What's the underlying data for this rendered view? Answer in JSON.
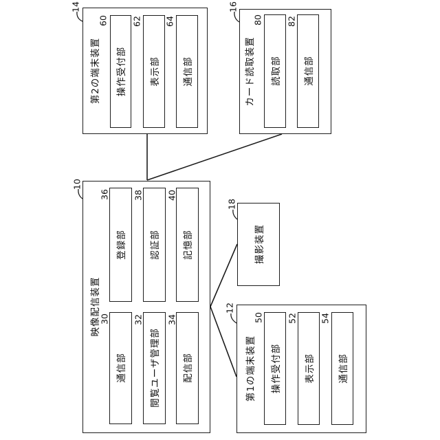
{
  "diagram": {
    "type": "block-diagram",
    "orientation": "all text rotated 90 degrees counterclockwise",
    "bg_color": "#ffffff",
    "line_color": "#1c1c1c",
    "devices": [
      {
        "ref": "14",
        "title": "第2の端末装置",
        "parts": [
          {
            "ref": "60",
            "label": "操作受付部"
          },
          {
            "ref": "62",
            "label": "表示部"
          },
          {
            "ref": "64",
            "label": "通信部"
          }
        ]
      },
      {
        "ref": "16",
        "title": "カード読取装置",
        "parts": [
          {
            "ref": "80",
            "label": "読取部"
          },
          {
            "ref": "82",
            "label": "通信部"
          }
        ]
      },
      {
        "ref": "10",
        "title": "映像配信装置",
        "parts": [
          {
            "ref": "36",
            "label": "登録部"
          },
          {
            "ref": "38",
            "label": "認証部"
          },
          {
            "ref": "40",
            "label": "記憶部"
          },
          {
            "ref": "30",
            "label": "通信部"
          },
          {
            "ref": "32",
            "label": "閲覧ユーザ管理部"
          },
          {
            "ref": "34",
            "label": "配信部"
          }
        ]
      },
      {
        "ref": "18",
        "title": "撮影装置",
        "parts": []
      },
      {
        "ref": "12",
        "title": "第1の端末装置",
        "parts": [
          {
            "ref": "50",
            "label": "操作受付部"
          },
          {
            "ref": "52",
            "label": "表示部"
          },
          {
            "ref": "54",
            "label": "通信部"
          }
        ]
      }
    ],
    "connections": [
      {
        "from": "14",
        "to": "10"
      },
      {
        "from": "16",
        "to": "10"
      },
      {
        "from": "10",
        "to": "18"
      },
      {
        "from": "10",
        "to": "12"
      }
    ]
  }
}
